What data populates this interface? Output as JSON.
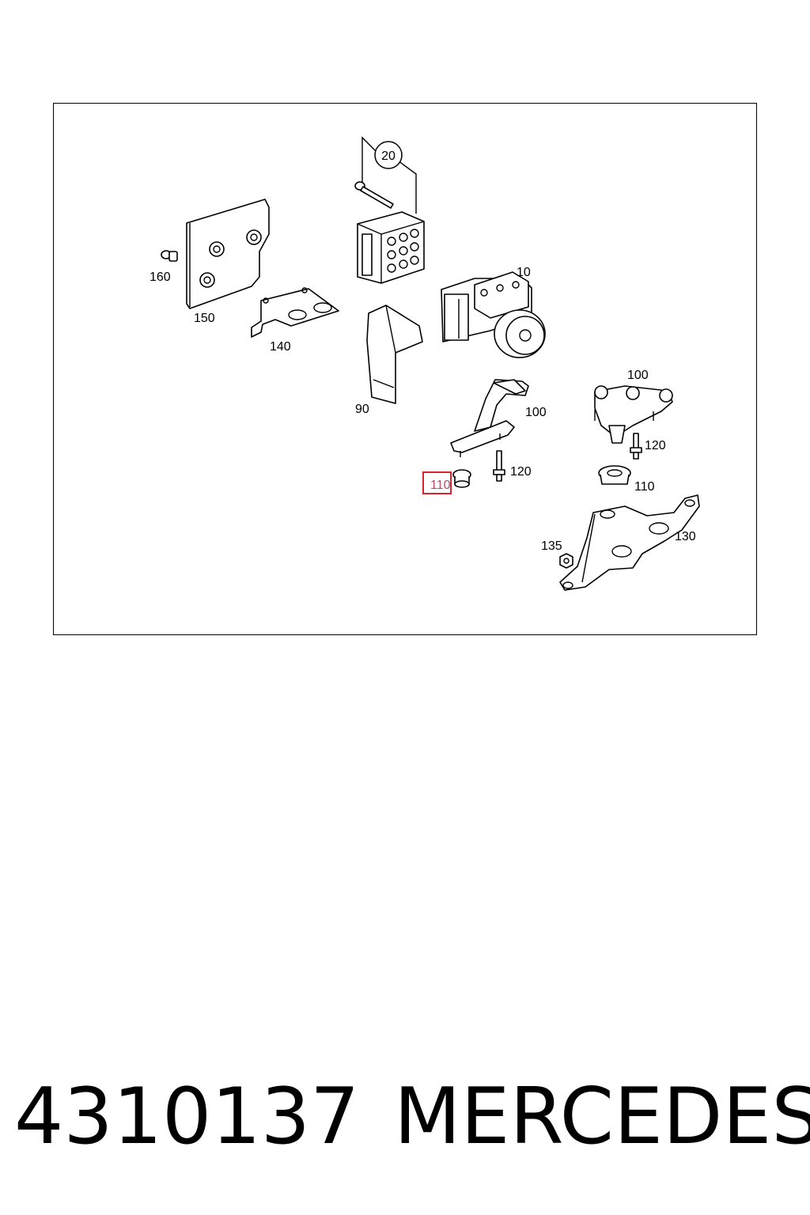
{
  "diagram": {
    "callouts": {
      "c20": "20",
      "c10": "10",
      "c160": "160",
      "c150": "150",
      "c140": "140",
      "c90": "90",
      "c100a": "100",
      "c100b": "100",
      "c120a": "120",
      "c120b": "120",
      "c110a": "110",
      "c110b": "110",
      "c135": "135",
      "c130": "130"
    },
    "highlight_color": "#d9232e"
  },
  "footer": {
    "part_number": "4310137",
    "brand": "MERCEDES"
  }
}
